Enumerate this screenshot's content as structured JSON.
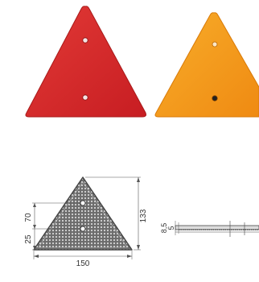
{
  "products": [
    {
      "name": "red-triangle-reflector",
      "color": "#d42a2a",
      "edge_color": "#a81a1a"
    },
    {
      "name": "amber-triangle-reflector",
      "color": "#f39a1a",
      "edge_color": "#d87a08"
    }
  ],
  "drawing": {
    "dim_width": "150",
    "dim_height": "133",
    "dim_hole_spacing": "70",
    "dim_hole_base": "25",
    "dim_thickness_total": "8,5",
    "dim_thickness_base": "5"
  }
}
